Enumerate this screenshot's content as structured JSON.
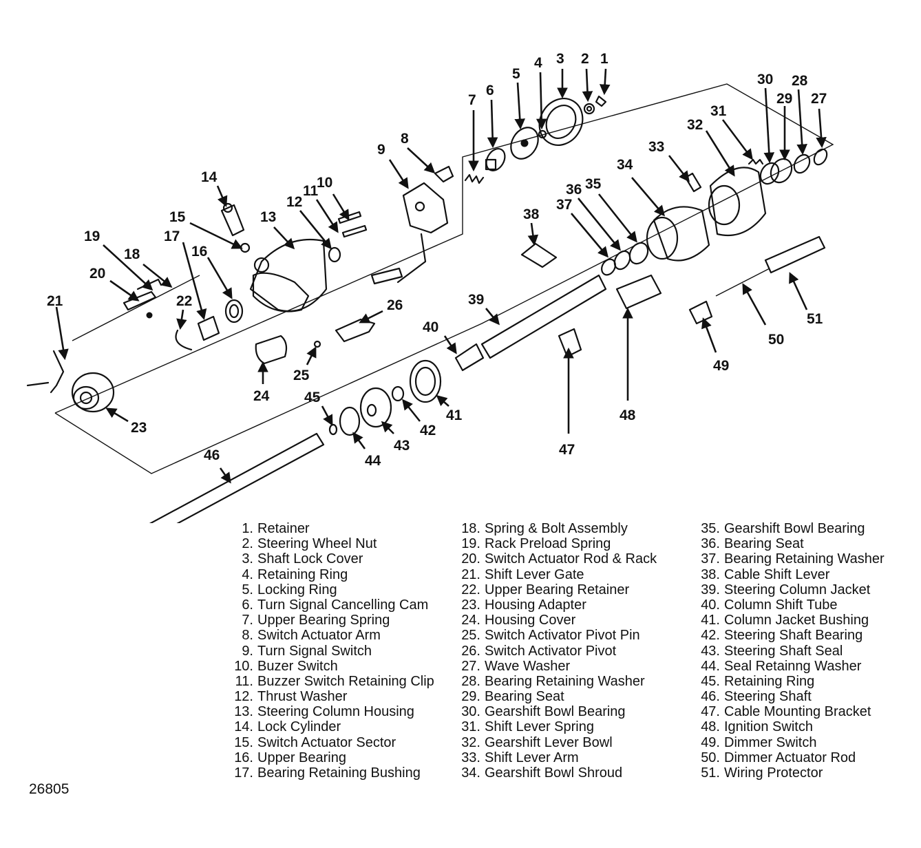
{
  "figure_id": "26805",
  "legend": [
    [
      {
        "num": "1.",
        "label": "Retainer"
      },
      {
        "num": "2.",
        "label": "Steering Wheel Nut"
      },
      {
        "num": "3.",
        "label": "Shaft Lock Cover"
      },
      {
        "num": "4.",
        "label": "Retaining Ring"
      },
      {
        "num": "5.",
        "label": "Locking Ring"
      },
      {
        "num": "6.",
        "label": "Turn Signal Cancelling Cam"
      },
      {
        "num": "7.",
        "label": "Upper Bearing Spring"
      },
      {
        "num": "8.",
        "label": "Switch Actuator Arm"
      },
      {
        "num": "9.",
        "label": "Turn Signal Switch"
      },
      {
        "num": "10.",
        "label": "Buzer Switch"
      },
      {
        "num": "11.",
        "label": "Buzzer Switch Retaining Clip"
      },
      {
        "num": "12.",
        "label": "Thrust Washer"
      },
      {
        "num": "13.",
        "label": "Steering Column Housing"
      },
      {
        "num": "14.",
        "label": "Lock Cylinder"
      },
      {
        "num": "15.",
        "label": "Switch Actuator Sector"
      },
      {
        "num": "16.",
        "label": "Upper Bearing"
      },
      {
        "num": "17.",
        "label": "Bearing Retaining Bushing"
      }
    ],
    [
      {
        "num": "18.",
        "label": "Spring & Bolt Assembly"
      },
      {
        "num": "19.",
        "label": "Rack Preload Spring"
      },
      {
        "num": "20.",
        "label": "Switch Actuator Rod & Rack"
      },
      {
        "num": "21.",
        "label": "Shift Lever Gate"
      },
      {
        "num": "22.",
        "label": "Upper Bearing Retainer"
      },
      {
        "num": "23.",
        "label": "Housing Adapter"
      },
      {
        "num": "24.",
        "label": "Housing Cover"
      },
      {
        "num": "25.",
        "label": "Switch Activator Pivot Pin"
      },
      {
        "num": "26.",
        "label": "Switch Activator Pivot"
      },
      {
        "num": "27.",
        "label": "Wave Washer"
      },
      {
        "num": "28.",
        "label": "Bearing Retaining Washer"
      },
      {
        "num": "29.",
        "label": "Bearing Seat"
      },
      {
        "num": "30.",
        "label": "Gearshift Bowl Bearing"
      },
      {
        "num": "31.",
        "label": "Shift Lever Spring"
      },
      {
        "num": "32.",
        "label": "Gearshift Lever Bowl"
      },
      {
        "num": "33.",
        "label": "Shift Lever Arm"
      },
      {
        "num": "34.",
        "label": "Gearshift Bowl Shroud"
      }
    ],
    [
      {
        "num": "35.",
        "label": "Gearshift Bowl Bearing"
      },
      {
        "num": "36.",
        "label": "Bearing Seat"
      },
      {
        "num": "37.",
        "label": "Bearing Retaining Washer"
      },
      {
        "num": "38.",
        "label": "Cable Shift Lever"
      },
      {
        "num": "39.",
        "label": "Steering Column Jacket"
      },
      {
        "num": "40.",
        "label": "Column Shift Tube"
      },
      {
        "num": "41.",
        "label": "Column Jacket Bushing"
      },
      {
        "num": "42.",
        "label": "Steering Shaft Bearing"
      },
      {
        "num": "43.",
        "label": "Steering Shaft Seal"
      },
      {
        "num": "44.",
        "label": "Seal Retainng Washer"
      },
      {
        "num": "45.",
        "label": "Retaining Ring"
      },
      {
        "num": "46.",
        "label": "Steering Shaft"
      },
      {
        "num": "47.",
        "label": "Cable Mounting Bracket"
      },
      {
        "num": "48.",
        "label": "Ignition Switch"
      },
      {
        "num": "49.",
        "label": "Dimmer Switch"
      },
      {
        "num": "50.",
        "label": "Dimmer Actuator Rod"
      },
      {
        "num": "51.",
        "label": "Wiring Protector"
      }
    ]
  ],
  "callouts": [
    "1",
    "2",
    "3",
    "4",
    "5",
    "6",
    "7",
    "8",
    "9",
    "10",
    "11",
    "12",
    "13",
    "14",
    "15",
    "16",
    "17",
    "18",
    "19",
    "20",
    "21",
    "22",
    "23",
    "24",
    "25",
    "26",
    "27",
    "28",
    "29",
    "30",
    "31",
    "32",
    "33",
    "34",
    "35",
    "36",
    "37",
    "38",
    "39",
    "40",
    "41",
    "42",
    "43",
    "44",
    "45",
    "46",
    "47",
    "48",
    "49",
    "50",
    "51"
  ]
}
